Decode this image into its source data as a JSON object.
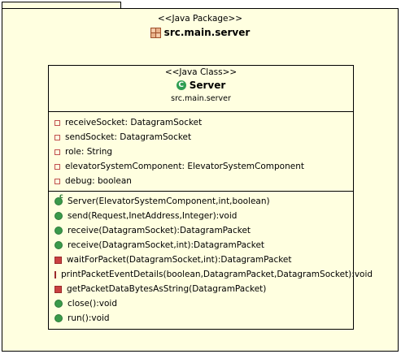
{
  "package": {
    "stereotype": "<<Java Package>>",
    "name": "src.main.server",
    "icon": "package-icon"
  },
  "class": {
    "stereotype": "<<Java Class>>",
    "name": "Server",
    "package": "src.main.server",
    "icon": "class-icon",
    "attributes": [
      {
        "visibility": "private",
        "text": "receiveSocket: DatagramSocket"
      },
      {
        "visibility": "private",
        "text": "sendSocket: DatagramSocket"
      },
      {
        "visibility": "private",
        "text": "role: String"
      },
      {
        "visibility": "private",
        "text": "elevatorSystemComponent: ElevatorSystemComponent"
      },
      {
        "visibility": "private",
        "text": "debug: boolean"
      }
    ],
    "operations": [
      {
        "visibility": "constructor",
        "text": "Server(ElevatorSystemComponent,int,boolean)"
      },
      {
        "visibility": "public",
        "text": "send(Request,InetAddress,Integer):void"
      },
      {
        "visibility": "public",
        "text": "receive(DatagramSocket):DatagramPacket"
      },
      {
        "visibility": "public",
        "text": "receive(DatagramSocket,int):DatagramPacket"
      },
      {
        "visibility": "private",
        "text": "waitForPacket(DatagramSocket,int):DatagramPacket"
      },
      {
        "visibility": "private",
        "text": "printPacketEventDetails(boolean,DatagramPacket,DatagramSocket):void"
      },
      {
        "visibility": "private",
        "text": "getPacketDataBytesAsString(DatagramPacket)"
      },
      {
        "visibility": "public",
        "text": "close():void"
      },
      {
        "visibility": "public",
        "text": "run():void"
      }
    ]
  },
  "colors": {
    "background": "#ffffe0",
    "public": "#3a9a4a",
    "private_operation": "#c94040",
    "private_attribute": "#c0504d"
  }
}
